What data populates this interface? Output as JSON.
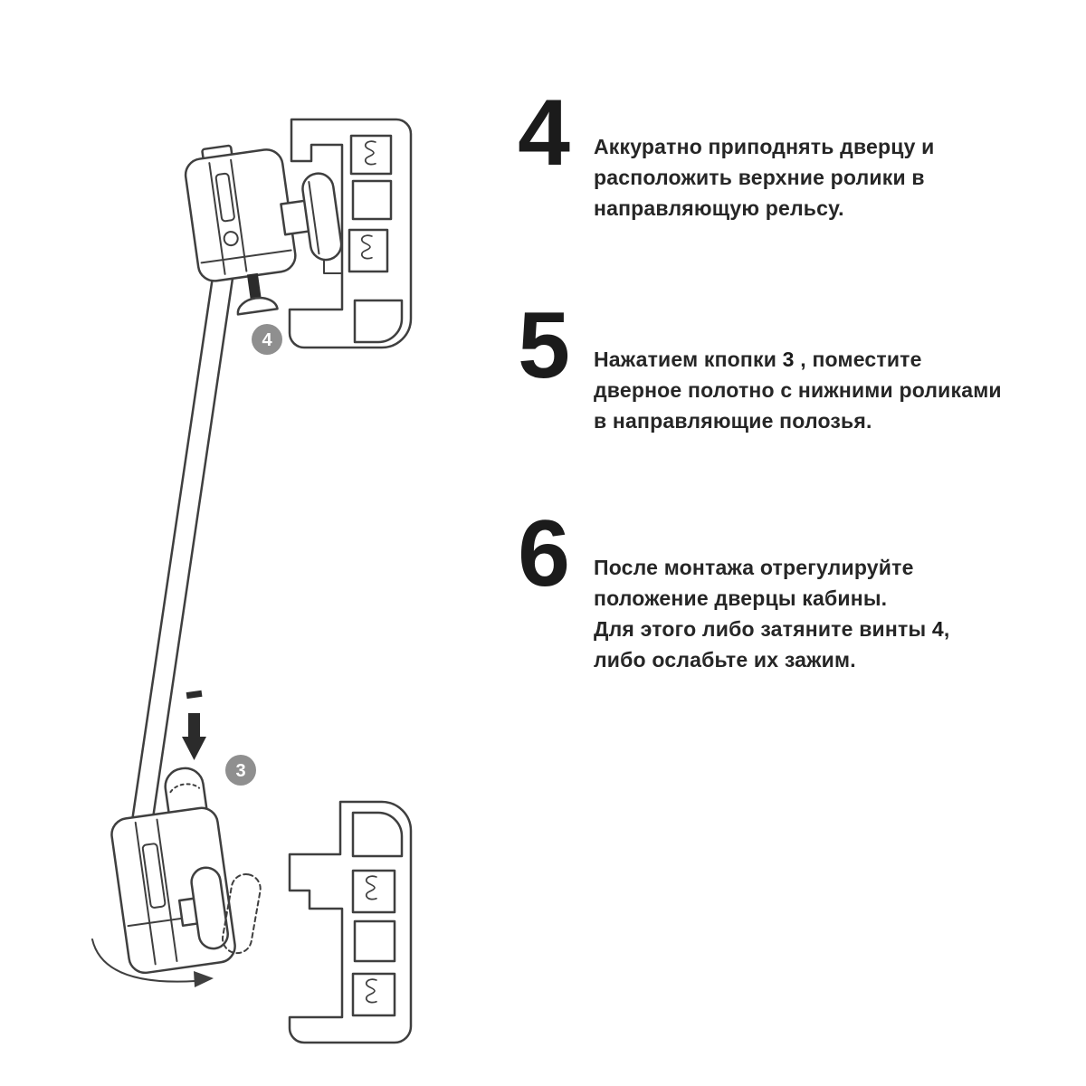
{
  "steps": [
    {
      "number": "4",
      "lines": [
        [
          {
            "t": "Аккуратно приподнять дверцу и"
          }
        ],
        [
          {
            "t": "расположить верхние ролики в"
          }
        ],
        [
          {
            "t": "направляющую рельсу."
          }
        ]
      ]
    },
    {
      "number": "5",
      "lines": [
        [
          {
            "t": "Нажатием кпопки "
          },
          {
            "t": "3",
            "b": true
          },
          {
            "t": " , поместите"
          }
        ],
        [
          {
            "t": "дверное полотно с нижними роликами"
          }
        ],
        [
          {
            "t": "в направляющие полозья."
          }
        ]
      ]
    },
    {
      "number": "6",
      "lines": [
        [
          {
            "t": "После монтажа отрегулируйте"
          }
        ],
        [
          {
            "t": "положение дверцы кабины."
          }
        ],
        [
          {
            "t": "Для этого либо затяните винты "
          },
          {
            "t": "4",
            "b": true
          },
          {
            "t": ","
          }
        ],
        [
          {
            "t": "либо ослабьте их зажим."
          }
        ]
      ]
    }
  ],
  "diagram": {
    "badges": [
      {
        "label": "4"
      },
      {
        "label": "3"
      }
    ],
    "badge_color": "#8f8f8f",
    "line_color": "#3f3f3f"
  }
}
